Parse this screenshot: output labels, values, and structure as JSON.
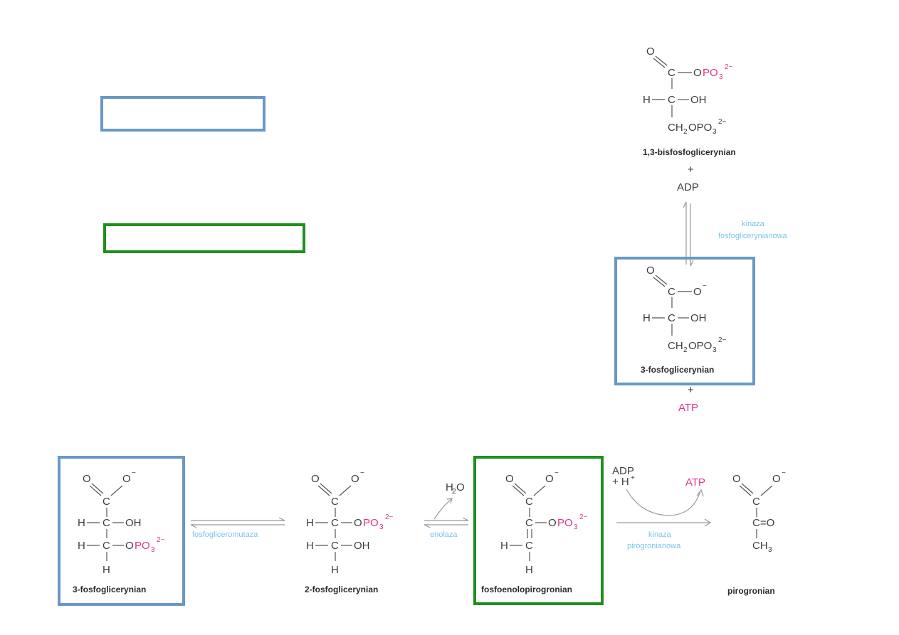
{
  "molecules": {
    "bisphospho": {
      "name": "1,3-bisfosfoglicerynian",
      "o": "O",
      "c": "C",
      "h": "H",
      "oh": "OH",
      "ophos": "O",
      "po3": "PO",
      "po3_sub": "3",
      "po3_sup": "2−",
      "ch2": "CH",
      "ch2_sub": "2",
      "opo": "OPO",
      "opo_sub": "3",
      "opo_sup": "2−"
    },
    "pg3_top": {
      "name": "3-fosfoglicerynian",
      "o": "O",
      "c": "C",
      "ominus": "O",
      "ominus_sup": "−",
      "h": "H",
      "oh": "OH",
      "ch2": "CH",
      "ch2_sub": "2",
      "opo": "OPO",
      "opo_sub": "3",
      "opo_sup": "2−"
    },
    "pg3_bottom": {
      "name": "3-fosfoglicerynian",
      "o": "O",
      "ominus": "O",
      "ominus_sup": "−",
      "c": "C",
      "h": "H",
      "oh": "OH",
      "ophos": "O",
      "po3": "PO",
      "po3_sub": "3",
      "po3_sup": "2−"
    },
    "pg2": {
      "name": "2-fosfoglicerynian",
      "o": "O",
      "ominus": "O",
      "ominus_sup": "−",
      "c": "C",
      "h": "H",
      "oh": "OH",
      "ophos": "O",
      "po3": "PO",
      "po3_sub": "3",
      "po3_sup": "2−"
    },
    "pep": {
      "name": "fosfoenolopirogronian",
      "o": "O",
      "ominus": "O",
      "ominus_sup": "−",
      "c": "C",
      "h": "H",
      "ophos": "O",
      "po3": "PO",
      "po3_sub": "3",
      "po3_sup": "2−"
    },
    "pyruvate": {
      "name": "pirogronian",
      "o": "O",
      "ominus": "O",
      "ominus_sup": "−",
      "c": "C",
      "ceq": "C=O",
      "ch": "CH",
      "ch_sub": "3"
    }
  },
  "cofactors": {
    "plus": "+",
    "adp_top": "ADP",
    "atp_top": "ATP",
    "h2o": "H",
    "h2o_sub": "2",
    "h2o_o": "O",
    "adp_bottom": "ADP",
    "h_plus": "+ H",
    "h_plus_sup": "+",
    "atp_bottom": "ATP"
  },
  "enzymes": {
    "pgk_line1": "kinaza",
    "pgk_line2": "fosfoglicerynianowa",
    "pgm": "fosfogliceromutaza",
    "enolase": "enolaza",
    "pk_line1": "kinaza",
    "pk_line2": "pirogronianowa"
  },
  "colors": {
    "blue_box": "#6a97c8",
    "green_box": "#1f8f1f",
    "phosphate": "#e0338a",
    "enzyme": "#7cc3ea"
  }
}
